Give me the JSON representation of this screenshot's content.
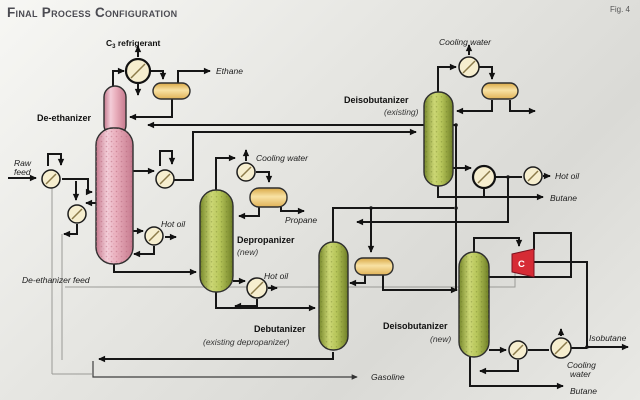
{
  "figure": {
    "title": "Final Process Configuration",
    "fig_label": "Fig. 4"
  },
  "equipment": {
    "deethanizer": {
      "label": "De-ethanizer"
    },
    "depropanizer": {
      "label": "Depropanizer",
      "note": "(new)"
    },
    "debutanizer": {
      "label": "Debutanizer",
      "note": "(existing depropanizer)"
    },
    "deisobutanizer_existing": {
      "label": "Deisobutanizer",
      "note": "(existing)"
    },
    "deisobutanizer_new": {
      "label": "Deisobutanizer",
      "note": "(new)"
    },
    "compressor": {
      "symbol": "C"
    }
  },
  "streams": {
    "raw_feed": {
      "line1": "Raw",
      "line2": "feed"
    },
    "deethanizer_feed": "De-ethanizer feed",
    "c3_refrigerant": {
      "base": "C",
      "sub": "3",
      "rest": " refrigerant"
    },
    "ethane": "Ethane",
    "propane": "Propane",
    "gasoline": "Gasoline",
    "isobutane": "Isobutane",
    "butane_right": "Butane",
    "butane_bottom": "Butane",
    "hot_oil_deethanizer": "Hot oil",
    "hot_oil_depropanizer": "Hot oil",
    "hot_oil_deisobutanizer": "Hot oil",
    "cooling_water_depropanizer": "Cooling water",
    "cooling_water_deisobutanizer": "Cooling water",
    "cooling_water_new": {
      "line1": "Cooling",
      "line2": "water"
    }
  },
  "colors": {
    "column_pink": "#e6a8b7",
    "column_green": "#aabc4c",
    "drum_tan": "#eecb79",
    "compressor_red": "#d62b35",
    "line": "#161616",
    "background": "#e4e4e0",
    "title_gray": "#4b4b52"
  }
}
